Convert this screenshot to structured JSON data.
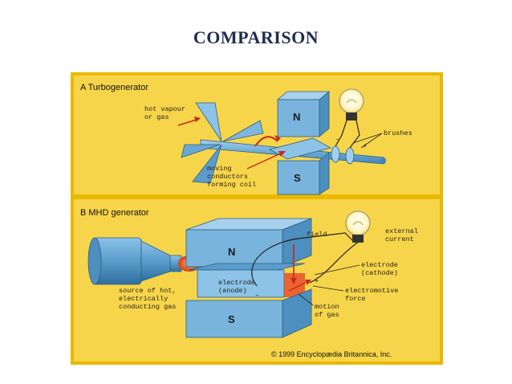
{
  "title": "COMPARISON",
  "colors": {
    "panel": "#f7d54a",
    "border": "#e9b800",
    "magnet": "#78b4dc",
    "magnet_dark": "#4d8fbe",
    "gas": "#e8502a",
    "title": "#1f2d52"
  },
  "panel_a": {
    "heading": "A Turbogenerator",
    "north": "N",
    "south": "S",
    "hot_vapour": [
      "hot vapour",
      "or gas"
    ],
    "brushes": "brushes",
    "moving": [
      "moving",
      "conductors",
      "forming coil"
    ],
    "plus": "+",
    "minus": "–"
  },
  "panel_b": {
    "heading": "B MHD generator",
    "north": "N",
    "south": "S",
    "source": [
      "source of hot,",
      "electrically",
      "conducting gas"
    ],
    "electrode_anode": [
      "electrode",
      "(anode)"
    ],
    "field": "field",
    "external_current": [
      "external",
      "current"
    ],
    "electrode_cathode": [
      "electrode",
      "(cathode)"
    ],
    "emf": [
      "electromotive",
      "force"
    ],
    "motion": [
      "motion",
      "of gas"
    ],
    "plus": "+",
    "minus": "–"
  },
  "credit": "© 1999 Encyclopædia Britannica, Inc."
}
